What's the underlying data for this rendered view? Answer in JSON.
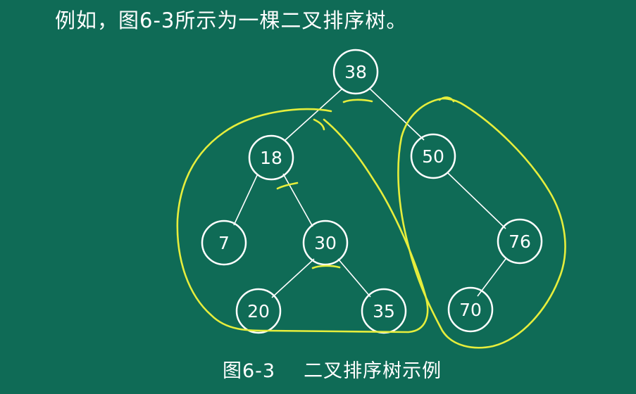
{
  "intro_text": "例如，图6-3所示为一棵二叉排序树。",
  "caption": {
    "label": "图6-3",
    "title": "二叉排序树示例"
  },
  "tree": {
    "nodes": [
      {
        "id": "n38",
        "value": "38"
      },
      {
        "id": "n18",
        "value": "18"
      },
      {
        "id": "n50",
        "value": "50"
      },
      {
        "id": "n7",
        "value": "7"
      },
      {
        "id": "n30",
        "value": "30"
      },
      {
        "id": "n76",
        "value": "76"
      },
      {
        "id": "n20",
        "value": "20"
      },
      {
        "id": "n35",
        "value": "35"
      },
      {
        "id": "n70",
        "value": "70"
      }
    ],
    "edges": [
      [
        "n38",
        "n18"
      ],
      [
        "n38",
        "n50"
      ],
      [
        "n18",
        "n7"
      ],
      [
        "n18",
        "n30"
      ],
      [
        "n30",
        "n20"
      ],
      [
        "n30",
        "n35"
      ],
      [
        "n50",
        "n76"
      ],
      [
        "n76",
        "n70"
      ]
    ]
  },
  "colors": {
    "board": "#0f6b56",
    "chalk": "#ffffff",
    "highlighter": "#e6ee3c"
  }
}
